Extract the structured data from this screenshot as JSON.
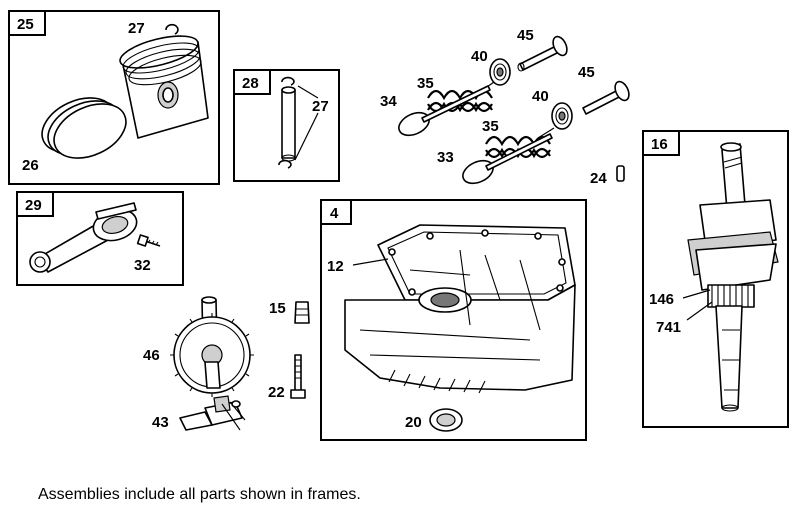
{
  "frames": [
    {
      "id": "f25",
      "tag": "25"
    },
    {
      "id": "f28",
      "tag": "28"
    },
    {
      "id": "f29",
      "tag": "29"
    },
    {
      "id": "f4",
      "tag": "4"
    },
    {
      "id": "f16",
      "tag": "16"
    }
  ],
  "callouts": {
    "c27a": "27",
    "c26": "26",
    "c27b": "27",
    "c32": "32",
    "c45a": "45",
    "c40a": "40",
    "c35a": "35",
    "c34": "34",
    "c45b": "45",
    "c40b": "40",
    "c35b": "35",
    "c33": "33",
    "c24": "24",
    "c12": "12",
    "c15": "15",
    "c46": "46",
    "c22": "22",
    "c43": "43",
    "c20": "20",
    "c146": "146",
    "c741": "741"
  },
  "footnote": "Assemblies include all parts shown in frames."
}
